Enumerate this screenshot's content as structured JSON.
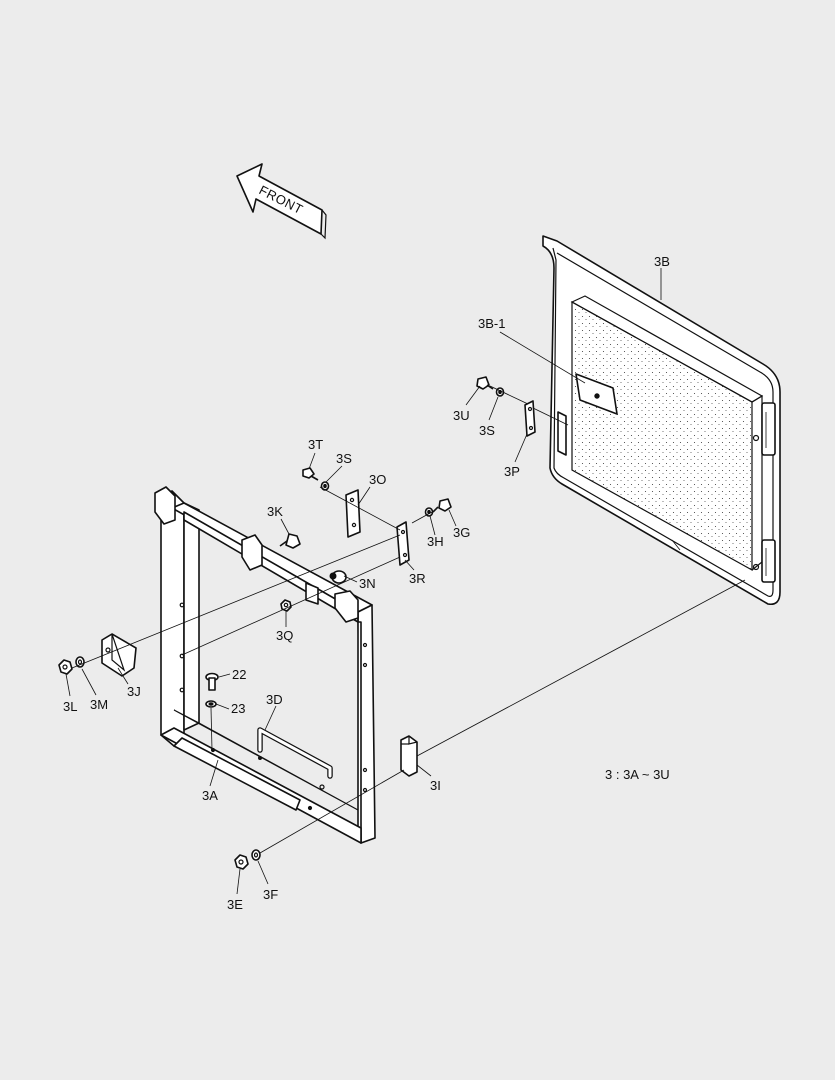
{
  "front_arrow": {
    "label": "FRONT"
  },
  "note": "3 : 3A ~ 3U",
  "callouts": {
    "c3B": "3B",
    "c3B1": "3B-1",
    "c3U": "3U",
    "c3S_right": "3S",
    "c3P": "3P",
    "c3T": "3T",
    "c3S_left": "3S",
    "c3O": "3O",
    "c3K": "3K",
    "c3G": "3G",
    "c3H": "3H",
    "c3R": "3R",
    "c3N": "3N",
    "c3Q": "3Q",
    "c22": "22",
    "c23": "23",
    "c3D": "3D",
    "c3L": "3L",
    "c3M": "3M",
    "c3J": "3J",
    "c3A": "3A",
    "c3I": "3I",
    "c3E": "3E",
    "c3F": "3F"
  },
  "colors": {
    "background": "#ececec",
    "line": "#111111",
    "part_fill": "#ffffff"
  }
}
